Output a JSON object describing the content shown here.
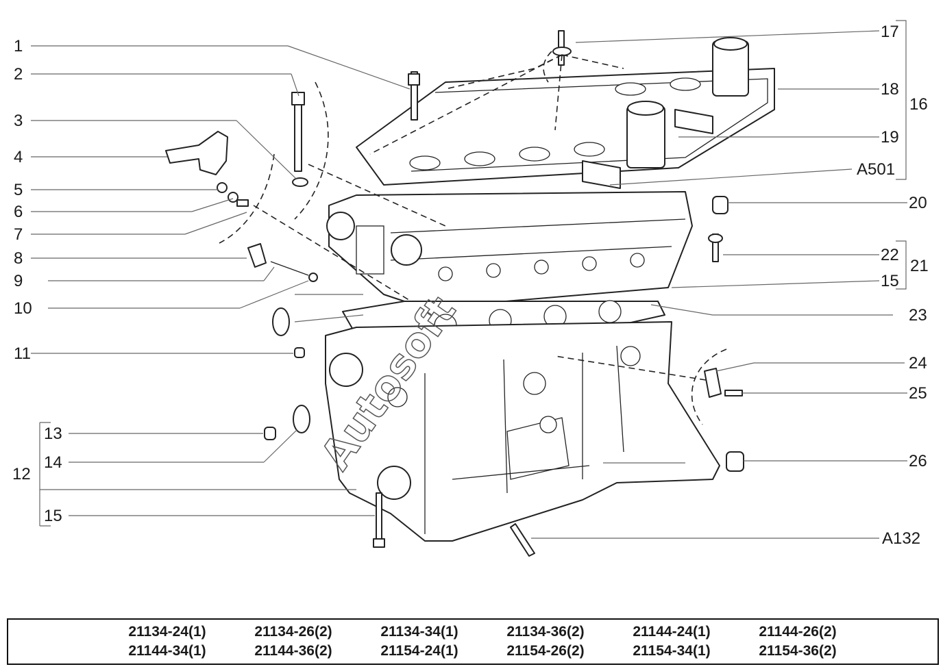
{
  "callouts_left": [
    "1",
    "2",
    "3",
    "4",
    "5",
    "6",
    "7",
    "8",
    "9",
    "10",
    "11"
  ],
  "group12": {
    "label": "12",
    "items": [
      "13",
      "14",
      "15"
    ]
  },
  "callouts_right": [
    "17",
    "18",
    "19",
    "A501",
    "20",
    "22",
    "15",
    "23",
    "24",
    "25",
    "26",
    "A132"
  ],
  "group16": {
    "label": "16"
  },
  "group21": {
    "label": "21"
  },
  "watermark": "Autosoft",
  "variants": {
    "row1": [
      "21134-24(1)",
      "21134-26(2)",
      "21134-34(1)",
      "21134-36(2)",
      "21144-24(1)",
      "21144-26(2)"
    ],
    "row2": [
      "21144-34(1)",
      "21144-36(2)",
      "21154-24(1)",
      "21154-26(2)",
      "21154-34(1)",
      "21154-36(2)"
    ]
  }
}
